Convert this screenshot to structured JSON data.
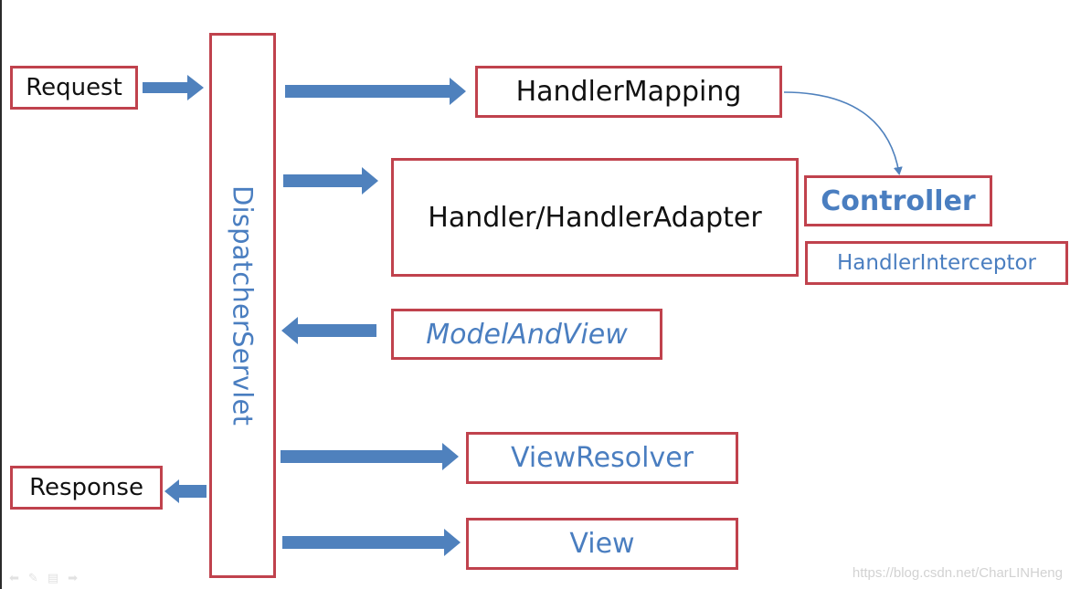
{
  "nodes": {
    "dispatcher": "DispatcherServlet",
    "request": "Request",
    "response": "Response",
    "handler_mapping": "HandlerMapping",
    "handler_adapter": "Handler/HandlerAdapter",
    "controller": "Controller",
    "handler_interceptor": "HandlerInterceptor",
    "model_and_view": "ModelAndView",
    "view_resolver": "ViewResolver",
    "view": "View"
  },
  "watermark": "https://blog.csdn.net/CharLINHeng",
  "colors": {
    "border": "#c0424d",
    "arrow": "#4f81bd",
    "blue_text": "#4a7ec0",
    "black_text": "#111111"
  },
  "player_controls": [
    "back-icon",
    "pen-icon",
    "menu-icon",
    "forward-icon"
  ]
}
